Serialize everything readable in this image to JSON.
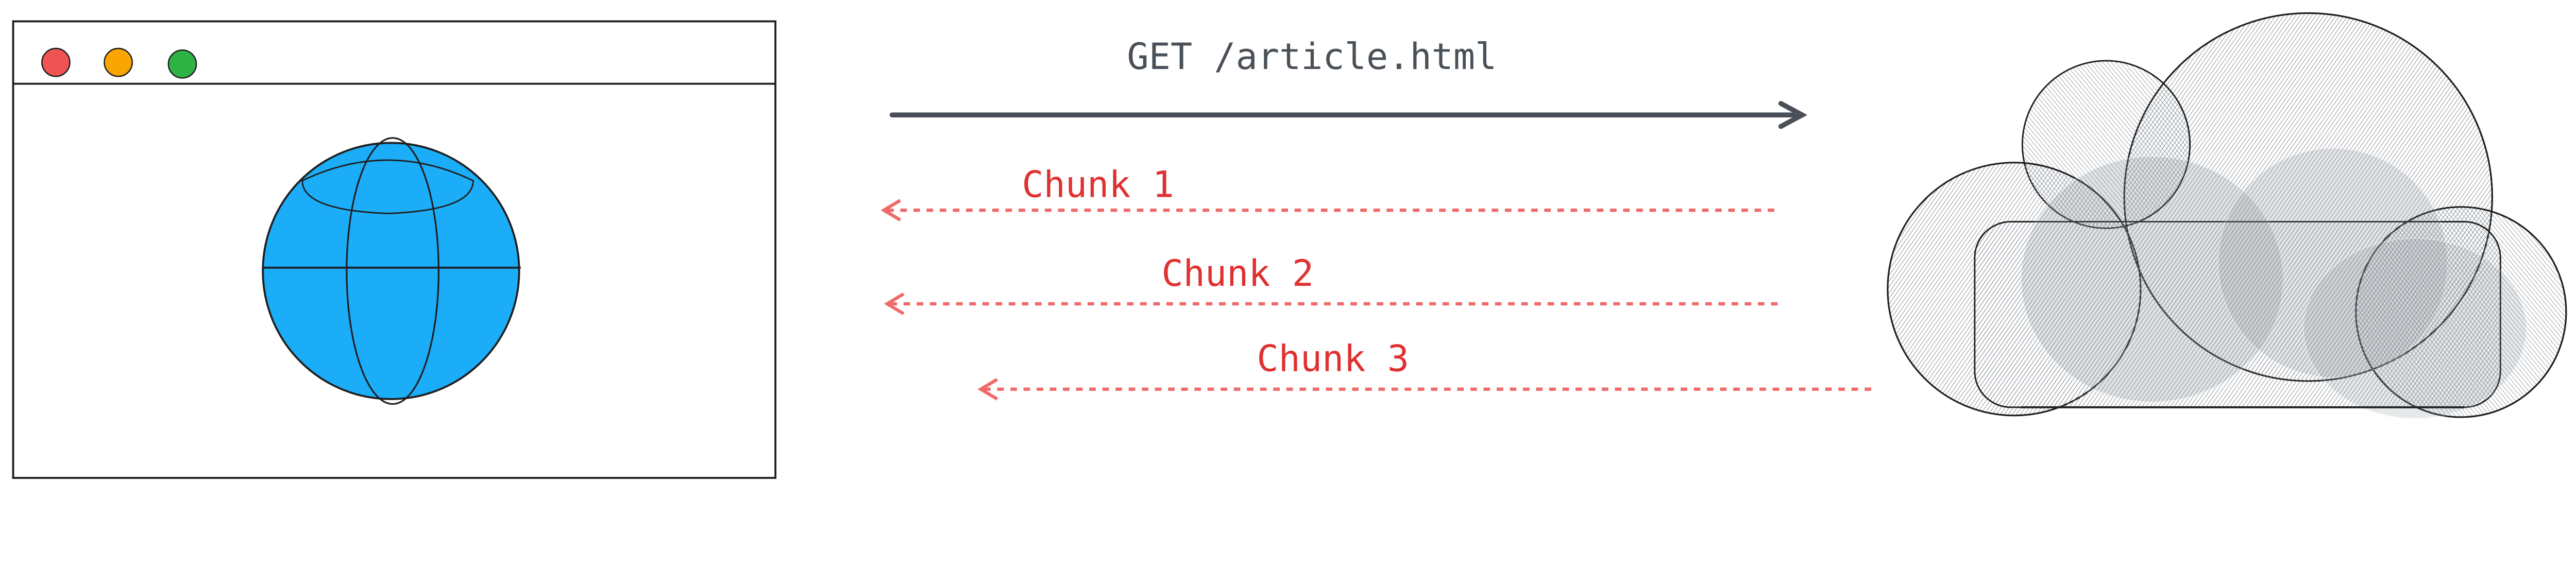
{
  "request": {
    "label": "GET /article.html"
  },
  "responses": [
    {
      "label": "Chunk 1"
    },
    {
      "label": "Chunk 2"
    },
    {
      "label": "Chunk 3"
    }
  ],
  "colors": {
    "request_arrow": "#495057",
    "response_text": "#e03131",
    "response_arrow": "#ef6b6b",
    "globe": "#1cadf8",
    "cloud_hatch": "#868e96",
    "dot_red": "#f05353",
    "dot_orange": "#f9a602",
    "dot_green": "#2fb344"
  },
  "icons": {
    "browser": "browser-window-icon",
    "globe": "globe-icon",
    "server": "cloud-icon"
  }
}
